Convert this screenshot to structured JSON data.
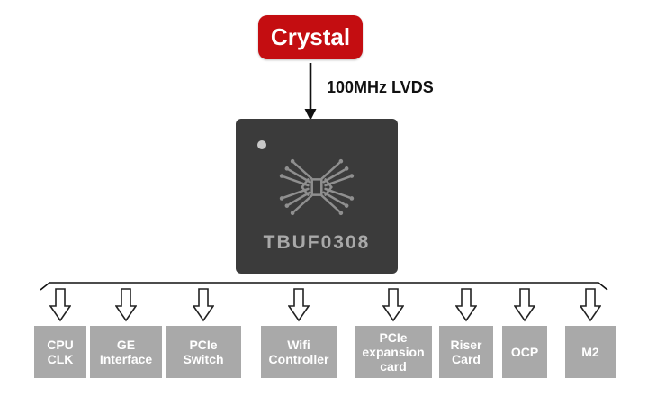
{
  "diagram": {
    "source": {
      "label": "Crystal"
    },
    "signal_label": "100MHz LVDS",
    "chip": {
      "label": "TBUF0308"
    },
    "targets": [
      {
        "label": "CPU CLK"
      },
      {
        "label": "GE Interface"
      },
      {
        "label": "PCIe Switch"
      },
      {
        "label": "Wifi Controller"
      },
      {
        "label": "PCIe expansion card"
      },
      {
        "label": "Riser Card"
      },
      {
        "label": "OCP"
      },
      {
        "label": "M2"
      }
    ],
    "colors": {
      "crystal_red": "#c40d11",
      "chip_body": "#3b3b3b",
      "chip_text": "#a9a9a9",
      "target_gray": "#a9a9a9",
      "label_white": "#ffffff",
      "line_black": "#111111"
    },
    "icons": {
      "connector": "down-arrow-icon",
      "fanout": "distribution-line",
      "target_arrows": "block-down-arrow-icon",
      "chip_marker": "pin1-dot-icon",
      "chip_logo": "trace-x-logo-icon"
    }
  }
}
